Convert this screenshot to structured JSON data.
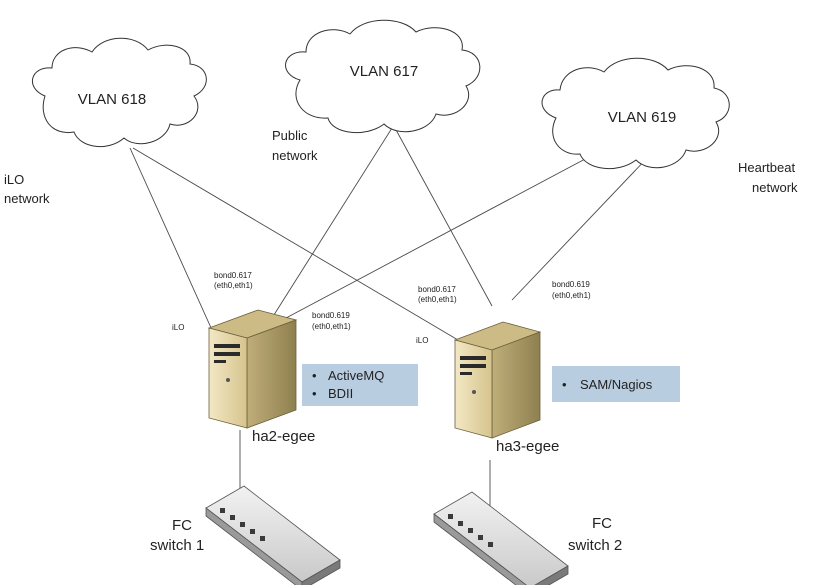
{
  "clouds": {
    "vlan618": "VLAN 618",
    "vlan617": "VLAN 617",
    "vlan619": "VLAN 619"
  },
  "network_labels": {
    "ilo": [
      "iLO",
      "network"
    ],
    "public": [
      "Public",
      "network"
    ],
    "heartbeat": [
      "Heartbeat",
      "network"
    ]
  },
  "servers": {
    "left": {
      "name": "ha2-egee",
      "services": [
        "ActiveMQ",
        "BDII"
      ],
      "iface_617": [
        "bond0.617",
        "(eth0,eth1)"
      ],
      "iface_619": [
        "bond0.619",
        "(eth0,eth1)"
      ],
      "ilo": "iLO"
    },
    "right": {
      "name": "ha3-egee",
      "services": [
        "SAM/Nagios"
      ],
      "iface_617": [
        "bond0.617",
        "(eth0,eth1)"
      ],
      "iface_619": [
        "bond0.619",
        "(eth0,eth1)"
      ],
      "ilo": "iLO"
    }
  },
  "switches": {
    "left": [
      "FC",
      "switch 1"
    ],
    "right": [
      "FC",
      "switch 2"
    ]
  },
  "bullet": "•",
  "colors": {
    "service_box": "#b9cde0",
    "server_body": "#e9d9a8",
    "line": "#4a4a4a"
  }
}
